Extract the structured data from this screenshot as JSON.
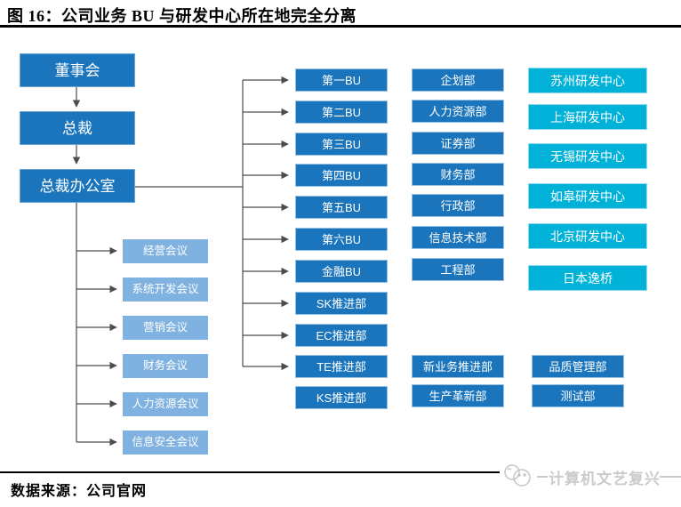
{
  "figure": {
    "title": "图 16：公司业务 BU 与研发中心所在地完全分离"
  },
  "org": {
    "executive_chain": [
      "董事会",
      "总裁",
      "总裁办公室"
    ],
    "meetings": [
      "经营会议",
      "系统开发会议",
      "营销会议",
      "财务会议",
      "人力资源会议",
      "信息安全会议"
    ],
    "business_units": [
      "第一BU",
      "第二BU",
      "第三BU",
      "第四BU",
      "第五BU",
      "第六BU",
      "金融BU",
      "SK推进部",
      "EC推进部",
      "TE推进部",
      "KS推进部"
    ],
    "departments": [
      "企划部",
      "人力资源部",
      "证券部",
      "财务部",
      "行政部",
      "信息技术部",
      "工程部"
    ],
    "departments_lower": [
      "新业务推进部",
      "生产革新部"
    ],
    "rd_centers": [
      "苏州研发中心",
      "上海研发中心",
      "无锡研发中心",
      "如皋研发中心",
      "北京研发中心",
      "日本逸桥"
    ],
    "quality_depts": [
      "品质管理部",
      "测试部"
    ]
  },
  "footer": {
    "source": "数据来源：公司官网",
    "watermark": "计算机文艺复兴"
  },
  "colors": {
    "primary_blue": "#1b75bc",
    "light_blue": "#7fb2e0",
    "cyan": "#00b2d8",
    "connector": "#4d4d4d",
    "title_rule": "#000000",
    "watermark_gray": "#cbcbcb"
  }
}
